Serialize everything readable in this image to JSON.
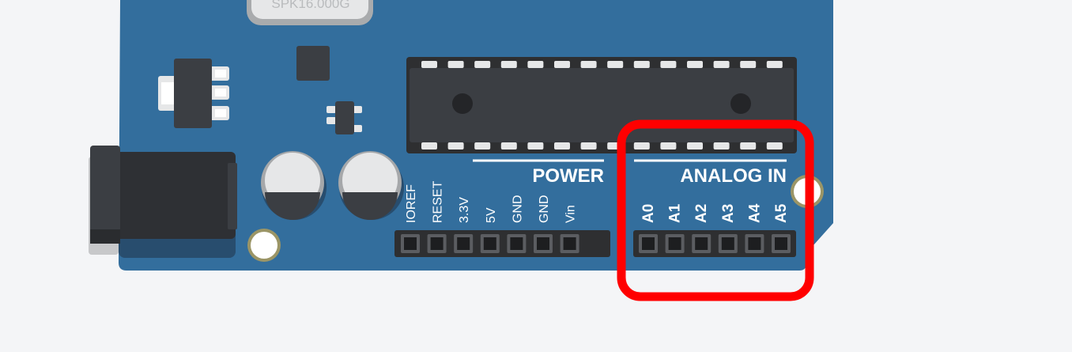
{
  "board": {
    "crystal_label": "SPK16.000G",
    "power_header_title": "POWER",
    "analog_header_title": "ANALOG IN",
    "power_pins": [
      "IOREF",
      "RESET",
      "3.3V",
      "5V",
      "GND",
      "GND",
      "Vin"
    ],
    "analog_pins": [
      "A0",
      "A1",
      "A2",
      "A3",
      "A4",
      "A5"
    ]
  },
  "colors": {
    "page_background": "#f4f5f7",
    "board_blue": "#336e9d",
    "chip_dark": "#3b3e43",
    "header_black": "#2e2f31",
    "highlight_red": "#ff0000",
    "label_white": "#ffffff"
  },
  "annotation": {
    "highlight": "analog-in-pins"
  }
}
